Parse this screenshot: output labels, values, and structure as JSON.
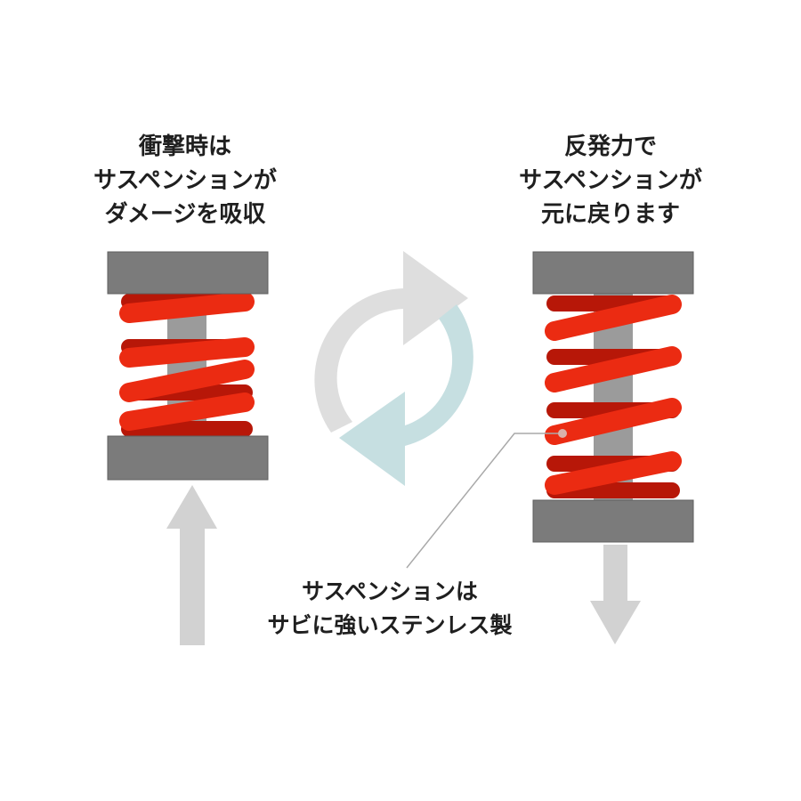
{
  "left_panel": {
    "caption_lines": [
      "衝撃時は",
      "サスペンションが",
      "ダメージを吸収"
    ]
  },
  "right_panel": {
    "caption_lines": [
      "反発力で",
      "サスペンションが",
      "元に戻ります"
    ]
  },
  "note": {
    "caption_lines": [
      "サスペンションは",
      "サビに強いステンレス製"
    ]
  },
  "colors": {
    "plate": "#7b7b7b",
    "plate_border": "#5f5f5f",
    "rod": "#9b9b9b",
    "spring_front": "#eb2b12",
    "spring_back": "#b71708",
    "arrow": "#d2d2d2",
    "cycle_gray": "#dedede",
    "cycle_teal": "#c6dfe1",
    "leader_line": "#a9a9a9"
  }
}
